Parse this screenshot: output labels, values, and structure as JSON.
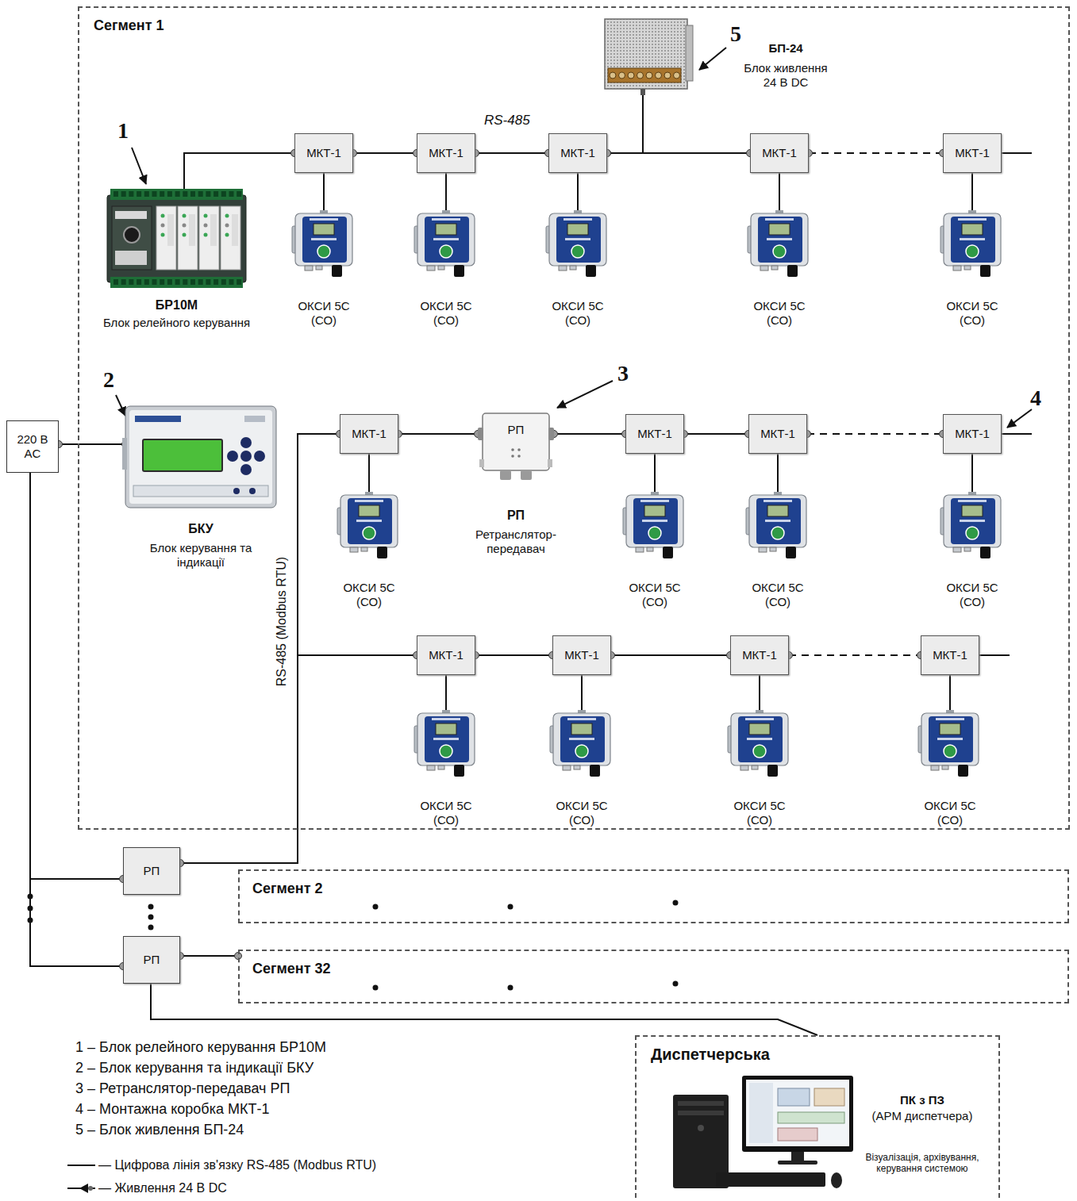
{
  "diagram": {
    "nodes": [
      {
        "text": [
          "Сегмент 1"
        ]
      },
      {
        "text": [
          "БР10М",
          "Блок релейного керування"
        ],
        "in": 0
      },
      {
        "text": [
          "БП-24",
          "Блок живлення 24 В DC"
        ],
        "in": 0
      },
      {
        "text": [
          "МКТ-1"
        ],
        "in": 0
      },
      {
        "text": [
          "МКТ-1"
        ],
        "in": 0
      },
      {
        "text": [
          "МКТ-1"
        ],
        "in": 0
      },
      {
        "text": [
          "МКТ-1"
        ],
        "in": 0
      },
      {
        "text": [
          "МКТ-1"
        ],
        "in": 0
      },
      {
        "text": [
          "ОКСИ 5С (СО)"
        ],
        "in": 0
      },
      {
        "text": [
          "ОКСИ 5С (СО)"
        ],
        "in": 0
      },
      {
        "text": [
          "ОКСИ 5С (СО)"
        ],
        "in": 0
      },
      {
        "text": [
          "ОКСИ 5С (СО)"
        ],
        "in": 0
      },
      {
        "text": [
          "ОКСИ 5С (СО)"
        ],
        "in": 0
      },
      {
        "text": [
          "БКУ",
          "Блок керування та індикації"
        ],
        "in": 0
      },
      {
        "text": [
          "МКТ-1"
        ],
        "in": 0
      },
      {
        "text": [
          "РП",
          "РП",
          "Ретранслятор-передавач"
        ],
        "in": 0
      },
      {
        "text": [
          "МКТ-1"
        ],
        "in": 0
      },
      {
        "text": [
          "МКТ-1"
        ],
        "in": 0
      },
      {
        "text": [
          "МКТ-1"
        ],
        "in": 0
      },
      {
        "text": [
          "ОКСИ 5С (СО)"
        ],
        "in": 0
      },
      {
        "text": [
          "ОКСИ 5С (СО)"
        ],
        "in": 0
      },
      {
        "text": [
          "ОКСИ 5С (СО)"
        ],
        "in": 0
      },
      {
        "text": [
          "ОКСИ 5С (СО)"
        ],
        "in": 0
      },
      {
        "text": [
          "МКТ-1"
        ],
        "in": 0
      },
      {
        "text": [
          "МКТ-1"
        ],
        "in": 0
      },
      {
        "text": [
          "МКТ-1"
        ],
        "in": 0
      },
      {
        "text": [
          "МКТ-1"
        ],
        "in": 0
      },
      {
        "text": [
          "ОКСИ 5С (СО)"
        ],
        "in": 0
      },
      {
        "text": [
          "ОКСИ 5С (СО)"
        ],
        "in": 0
      },
      {
        "text": [
          "ОКСИ 5С (СО)"
        ],
        "in": 0
      },
      {
        "text": [
          "ОКСИ 5С (СО)"
        ],
        "in": 0
      },
      {
        "text": [
          "220 В AC"
        ]
      },
      {
        "text": [
          "РП"
        ]
      },
      {
        "text": [
          "Сегмент 2"
        ]
      },
      {
        "text": [
          "РП"
        ]
      },
      {
        "text": [
          "Сегмент 32"
        ]
      },
      {
        "text": [
          "Диспетчерська"
        ]
      },
      {
        "text": [
          "ПК з ПЗ",
          "(АРМ диспетчера)",
          "Візуалізація, архівування, керування системою"
        ],
        "in": 36
      }
    ],
    "edges": [
      {
        "from": 1,
        "to": 3,
        "arrow": "none"
      },
      {
        "from": 3,
        "to": 4,
        "arrow": "none"
      },
      {
        "from": 4,
        "to": 5,
        "arrow": "none"
      },
      {
        "from": 5,
        "to": 6,
        "arrow": "none"
      },
      {
        "from": 6,
        "to": 7,
        "arrow": "none"
      },
      {
        "from": 2,
        "to": 5,
        "arrow": "none"
      },
      {
        "from": 3,
        "to": 8,
        "arrow": "none"
      },
      {
        "from": 4,
        "to": 9,
        "arrow": "none"
      },
      {
        "from": 5,
        "to": 10,
        "arrow": "none"
      },
      {
        "from": 6,
        "to": 11,
        "arrow": "none"
      },
      {
        "from": 7,
        "to": 12,
        "arrow": "none"
      },
      {
        "from": 31,
        "to": 13,
        "arrow": "none"
      },
      {
        "from": 14,
        "to": 15,
        "arrow": "none"
      },
      {
        "from": 15,
        "to": 16,
        "arrow": "none"
      },
      {
        "from": 16,
        "to": 17,
        "arrow": "none"
      },
      {
        "from": 17,
        "to": 18,
        "arrow": "none"
      },
      {
        "from": 14,
        "to": 19,
        "arrow": "none"
      },
      {
        "from": 16,
        "to": 20,
        "arrow": "none"
      },
      {
        "from": 17,
        "to": 21,
        "arrow": "none"
      },
      {
        "from": 18,
        "to": 22,
        "arrow": "none"
      },
      {
        "from": 23,
        "to": 24,
        "arrow": "none"
      },
      {
        "from": 24,
        "to": 25,
        "arrow": "none"
      },
      {
        "from": 25,
        "to": 26,
        "arrow": "none"
      },
      {
        "from": 23,
        "to": 27,
        "arrow": "none"
      },
      {
        "from": 24,
        "to": 28,
        "arrow": "none"
      },
      {
        "from": 25,
        "to": 29,
        "arrow": "none"
      },
      {
        "from": 26,
        "to": 30,
        "arrow": "none"
      },
      {
        "from": 32,
        "to": 14,
        "arrow": "none"
      },
      {
        "from": 32,
        "to": 23,
        "arrow": "none"
      },
      {
        "from": 31,
        "to": 32,
        "arrow": "none"
      },
      {
        "from": 31,
        "to": 34,
        "arrow": "none"
      },
      {
        "from": 34,
        "to": 35,
        "arrow": "none"
      },
      {
        "from": 34,
        "to": 36,
        "arrow": "none"
      }
    ],
    "labels": [
      "1",
      "2",
      "3",
      "4",
      "5",
      "RS-485",
      "RS-485 (Modbus RTU)",
      "1 – Блок релейного керування БР10М",
      "2 – Блок керування та індикації БКУ",
      "3 – Ретранслятор-передавач РП",
      "4 – Монтажна коробка МКТ-1",
      "5 – Блок живлення БП-24"
    ],
    "legend": [
      {
        "text": "— Цифрова лінія зв'язку RS-485 (Modbus RTU)"
      },
      {
        "text": "— Живлення 24 В DC"
      }
    ]
  }
}
